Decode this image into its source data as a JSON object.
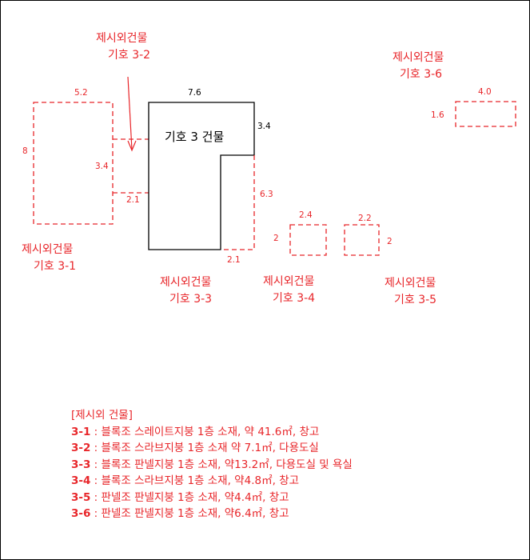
{
  "labels": {
    "b3_2_l1": "제시외건물",
    "b3_2_l2": "기호 3-2",
    "b3_6_l1": "제시외건물",
    "b3_6_l2": "기호 3-6",
    "b3_1_l1": "제시외건물",
    "b3_1_l2": "기호 3-1",
    "b3_3_l1": "제시외건물",
    "b3_3_l2": "기호 3-3",
    "b3_4_l1": "제시외건물",
    "b3_4_l2": "기호 3-4",
    "b3_5_l1": "제시외건물",
    "b3_5_l2": "기호 3-5",
    "main_building": "기호 3 건물"
  },
  "dims": {
    "b3_1_top": "5.2",
    "b3_1_left": "8",
    "b3_2_height": "3.4",
    "b3_2_bottom": "2.1",
    "main_top": "7.6",
    "main_right": "3.4",
    "b3_3_right": "6.3",
    "b3_3_bottom": "2.1",
    "b3_4_top": "2.4",
    "b3_4_left": "2",
    "b3_5_top": "2.2",
    "b3_5_right": "2",
    "b3_6_top": "4.0",
    "b3_6_left": "1.6"
  },
  "legend": {
    "title": "[제시외 건물]",
    "items": [
      {
        "code": "3-1",
        "text": " : 블록조 스레이트지붕 1층 소재, 약 41.6㎡, 창고"
      },
      {
        "code": "3-2",
        "text": " : 블록조 스라브지붕 1층 소재 약 7.1㎡, 다용도실"
      },
      {
        "code": "3-3",
        "text": " : 블록조 판넬지붕 1층 소재, 약13.2㎡, 다용도실 및 욕실"
      },
      {
        "code": "3-4",
        "text": " : 블록조 스라브지붕 1층 소재, 약4.8㎡, 창고"
      },
      {
        "code": "3-5",
        "text": " : 판넬조 판넬지붕 1층 소재, 약4.4㎡, 창고"
      },
      {
        "code": "3-6",
        "text": " : 판넬조 판넬지붕 1층 소재, 약6.4㎡, 창고"
      }
    ]
  },
  "colors": {
    "annex": "#e8262a",
    "main": "#000000"
  }
}
